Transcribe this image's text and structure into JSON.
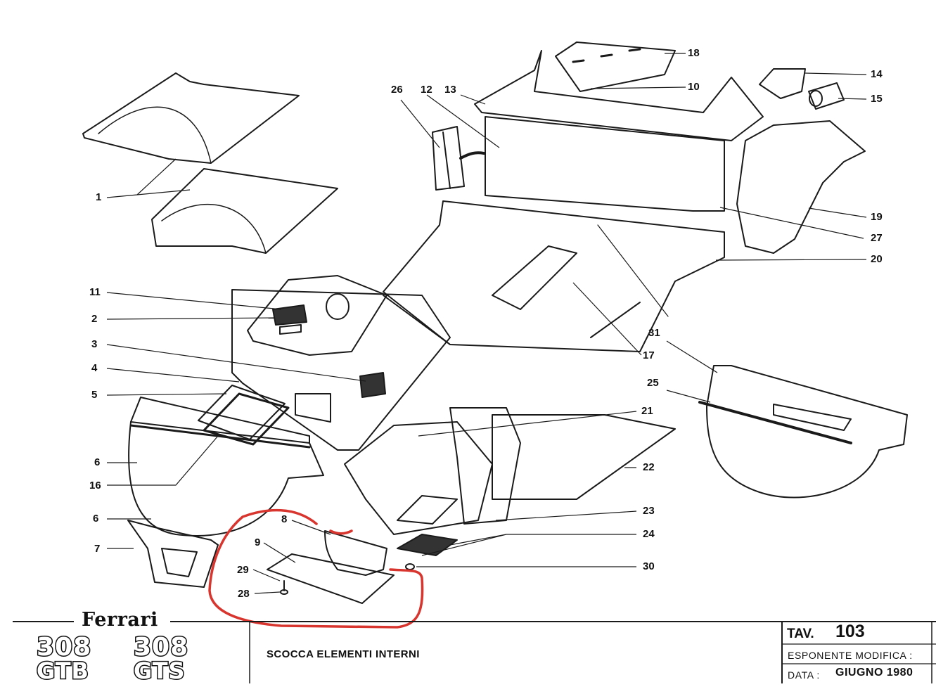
{
  "diagram": {
    "callouts": [
      {
        "id": "1",
        "label": "1"
      },
      {
        "id": "2",
        "label": "2"
      },
      {
        "id": "3",
        "label": "3"
      },
      {
        "id": "4",
        "label": "4"
      },
      {
        "id": "5",
        "label": "5"
      },
      {
        "id": "6a",
        "label": "6"
      },
      {
        "id": "6b",
        "label": "6"
      },
      {
        "id": "7",
        "label": "7"
      },
      {
        "id": "8",
        "label": "8"
      },
      {
        "id": "9",
        "label": "9"
      },
      {
        "id": "10",
        "label": "10"
      },
      {
        "id": "11",
        "label": "11"
      },
      {
        "id": "12",
        "label": "12"
      },
      {
        "id": "13",
        "label": "13"
      },
      {
        "id": "14",
        "label": "14"
      },
      {
        "id": "15",
        "label": "15"
      },
      {
        "id": "16",
        "label": "16"
      },
      {
        "id": "17",
        "label": "17"
      },
      {
        "id": "18",
        "label": "18"
      },
      {
        "id": "19",
        "label": "19"
      },
      {
        "id": "20",
        "label": "20"
      },
      {
        "id": "21",
        "label": "21"
      },
      {
        "id": "22",
        "label": "22"
      },
      {
        "id": "23",
        "label": "23"
      },
      {
        "id": "24",
        "label": "24"
      },
      {
        "id": "25",
        "label": "25"
      },
      {
        "id": "26",
        "label": "26"
      },
      {
        "id": "27",
        "label": "27"
      },
      {
        "id": "28",
        "label": "28"
      },
      {
        "id": "29",
        "label": "29"
      },
      {
        "id": "30",
        "label": "30"
      },
      {
        "id": "31",
        "label": "31"
      }
    ],
    "highlight_color": "#d9352f",
    "line_color": "#1a1a1a"
  },
  "title_block": {
    "brand": "Ferrari",
    "model_1_top": "308",
    "model_1_bottom": "GTB",
    "model_2_top": "308",
    "model_2_bottom": "GTS",
    "sheet_title": "SCOCCA ELEMENTI INTERNI",
    "tav_label": "TAV.",
    "tav_number": "103",
    "revision_label": "ESPONENTE  MODIFICA :",
    "date_label": "DATA :",
    "date_value": "GIUGNO  1980"
  }
}
